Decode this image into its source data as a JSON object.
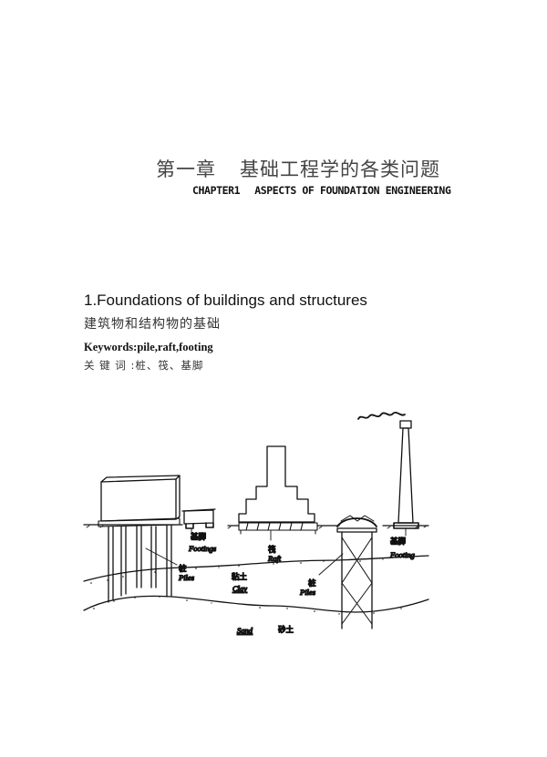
{
  "chapter": {
    "number_cn": "第一章",
    "title_cn": "基础工程学的各类问题",
    "number_en": "CHAPTER1",
    "title_en": "ASPECTS OF FOUNDATION ENGINEERING"
  },
  "section": {
    "title_en": "1.Foundations of buildings and structures",
    "title_cn": "建筑物和结构物的基础",
    "keywords_en": "Keywords:pile,raft,footing",
    "keywords_cn": "关 键 词 :桩、筏、基脚"
  },
  "figure": {
    "labels": {
      "footings_cn": "基脚",
      "footings_en": "Footings",
      "piles1_cn": "桩",
      "piles1_en": "Piles",
      "raft_cn": "筏",
      "raft_en": "Raft",
      "clay_cn": "粘土",
      "clay_en": "Clay",
      "piles2_cn": "桩",
      "piles2_en": "Piles",
      "footing_cn": "基脚",
      "footing_en": "Footing",
      "sand_en": "Sand",
      "sand_cn": "砂土"
    }
  }
}
